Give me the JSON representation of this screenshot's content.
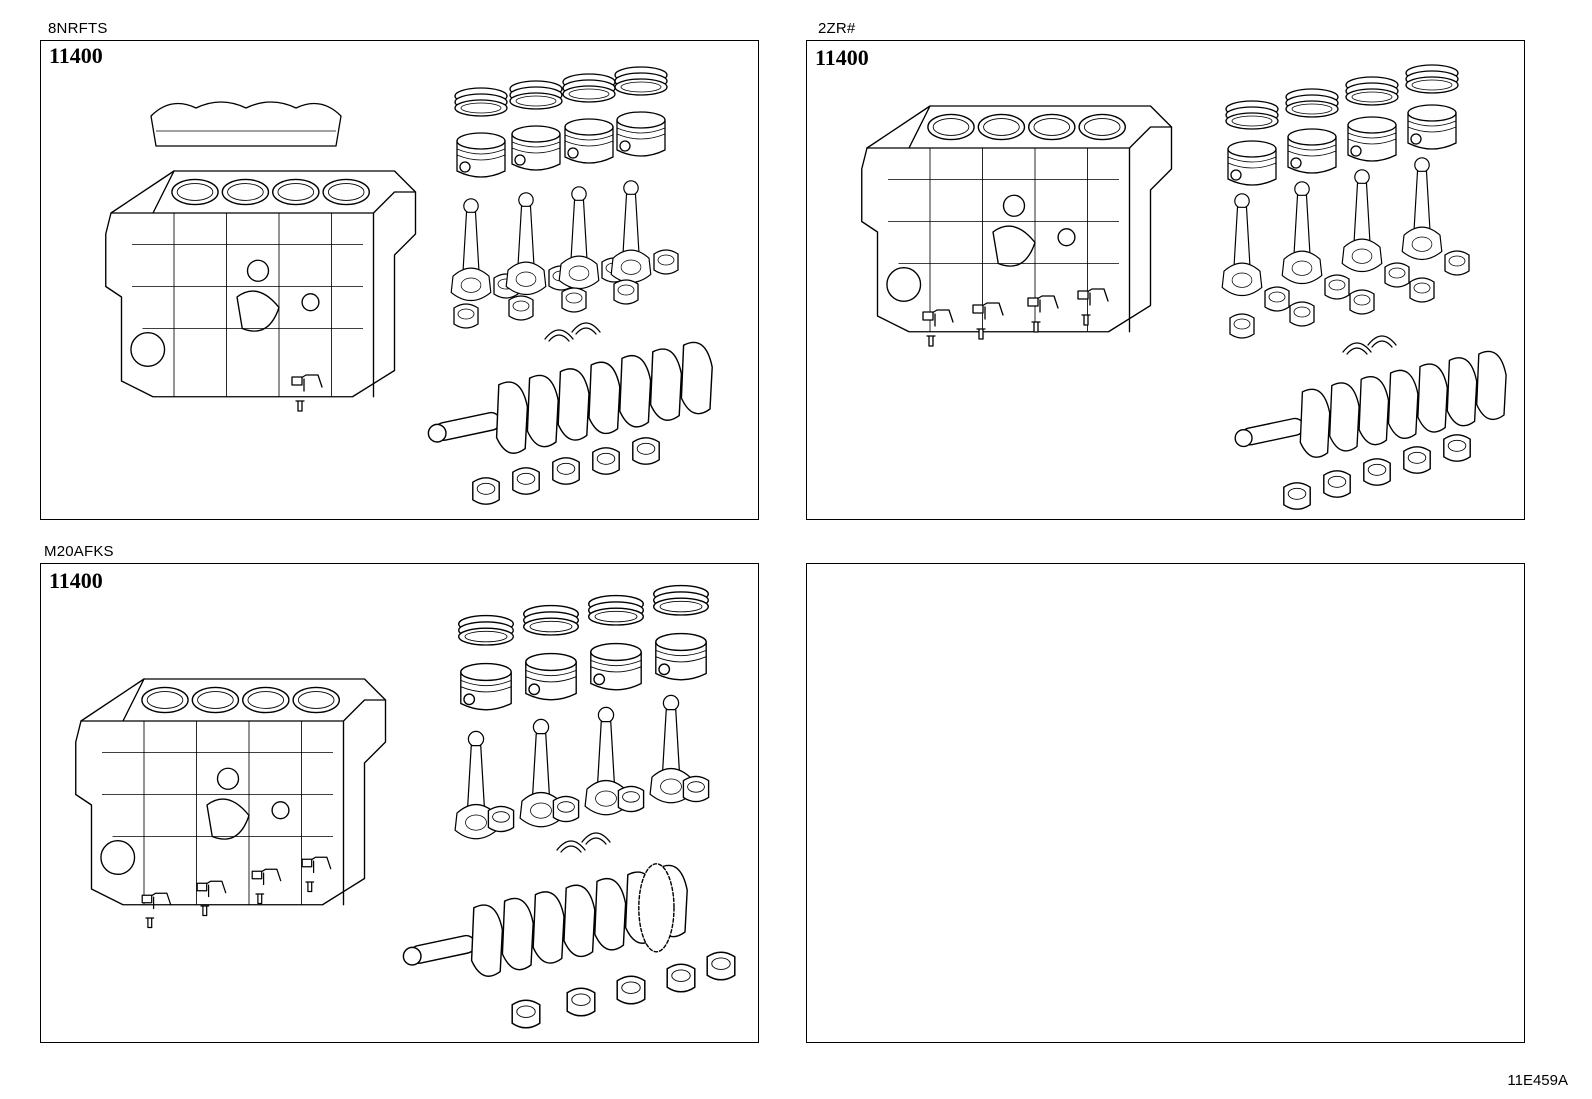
{
  "panels": [
    {
      "engine": "8NRFTS",
      "part_number": "11400"
    },
    {
      "engine": "2ZR#",
      "part_number": "11400"
    },
    {
      "engine": "M20AFKS",
      "part_number": "11400"
    },
    {
      "engine": "",
      "part_number": ""
    }
  ],
  "figure_code": "11E459A"
}
